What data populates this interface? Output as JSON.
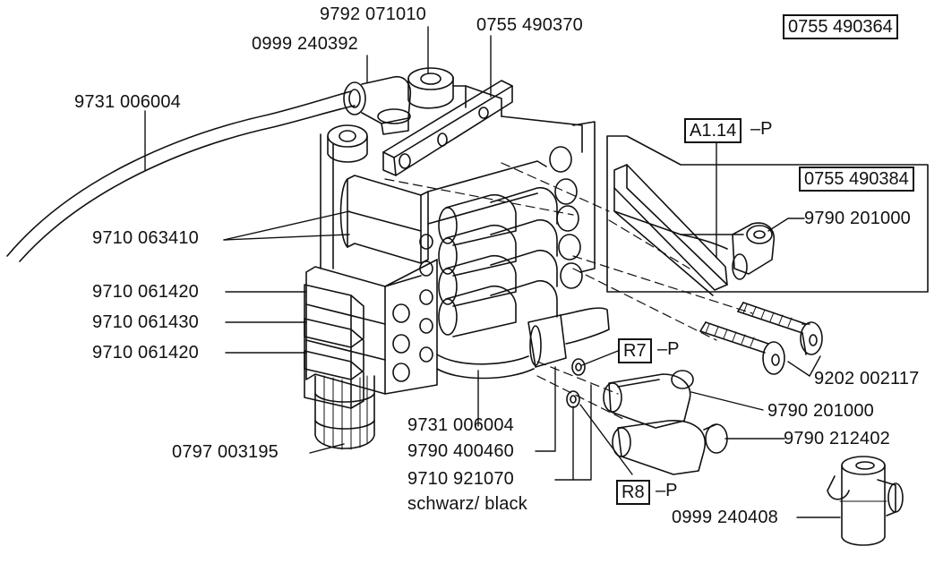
{
  "labels": {
    "n9792_071010": "9792 071010",
    "n0999_240392": "0999 240392",
    "n0755_490370": "0755 490370",
    "n0755_490364": "0755 490364",
    "n9731_006004_top": "9731 006004",
    "n9710_063410": "9710 063410",
    "n9710_061420_a": "9710 061420",
    "n9710_061430": "9710 061430",
    "n9710_061420_b": "9710 061420",
    "n0797_003195": "0797 003195",
    "n9731_006004_bottom": "9731 006004",
    "n9790_400460": "9790 400460",
    "n9710_921070": "9710 921070",
    "schwarz_black": "schwarz/ black",
    "n0755_490384": "0755 490384",
    "n9790_201000_inset": "9790 201000",
    "n9202_002117": "9202 002117",
    "n9790_201000": "9790 201000",
    "n9790_212402": "9790 212402",
    "n0999_240408": "0999 240408"
  },
  "refs": {
    "a114": {
      "box": "A1.14",
      "suffix": "P"
    },
    "r7": {
      "box": "R7",
      "suffix": "P"
    },
    "r8": {
      "box": "R8",
      "suffix": "P"
    }
  },
  "colors": {
    "line": "#111111",
    "background": "#ffffff"
  }
}
